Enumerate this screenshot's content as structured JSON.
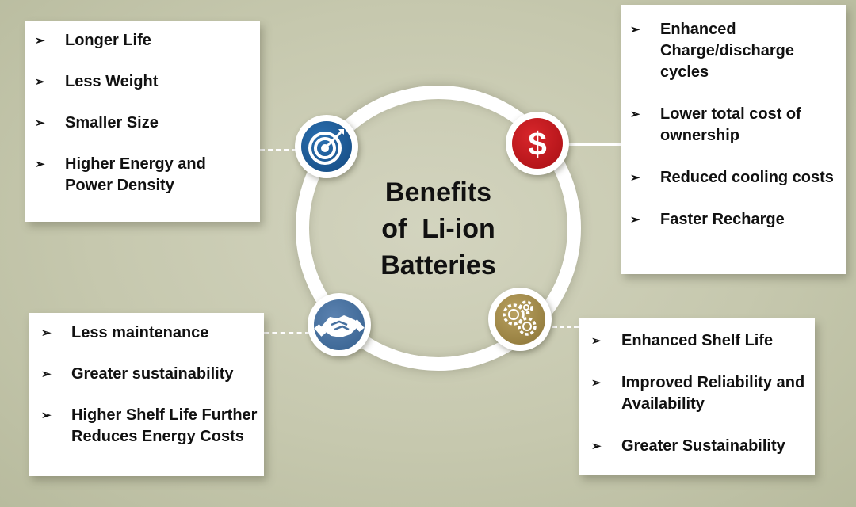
{
  "title": {
    "line1": "Benefits",
    "line2": "of  Li-ion",
    "line3": "Batteries"
  },
  "bullet_glyph": "➢",
  "panels": {
    "top_left": {
      "icon": "target-icon",
      "accent": "#1a5a97",
      "items": [
        "Longer Life",
        "Less Weight",
        "Smaller Size",
        "Higher Energy and Power Density"
      ]
    },
    "top_right": {
      "icon": "dollar-icon",
      "accent": "#c0171c",
      "items": [
        "Enhanced Charge/discharge cycles",
        "Lower total cost of ownership",
        "Reduced cooling costs",
        "Faster Recharge"
      ]
    },
    "bottom_left": {
      "icon": "handshake-icon",
      "accent": "#46709f",
      "items": [
        "Less maintenance",
        "Greater sustainability",
        "Higher Shelf Life Further Reduces Energy Costs"
      ]
    },
    "bottom_right": {
      "icon": "gears-icon",
      "accent": "#a08848",
      "items": [
        "Enhanced Shelf Life",
        "Improved Reliability and Availability",
        "Greater Sustainability"
      ]
    }
  },
  "colors": {
    "background": "#c6c8ae",
    "ring": "#ffffff",
    "text": "#111111"
  },
  "dollar_symbol": "$"
}
